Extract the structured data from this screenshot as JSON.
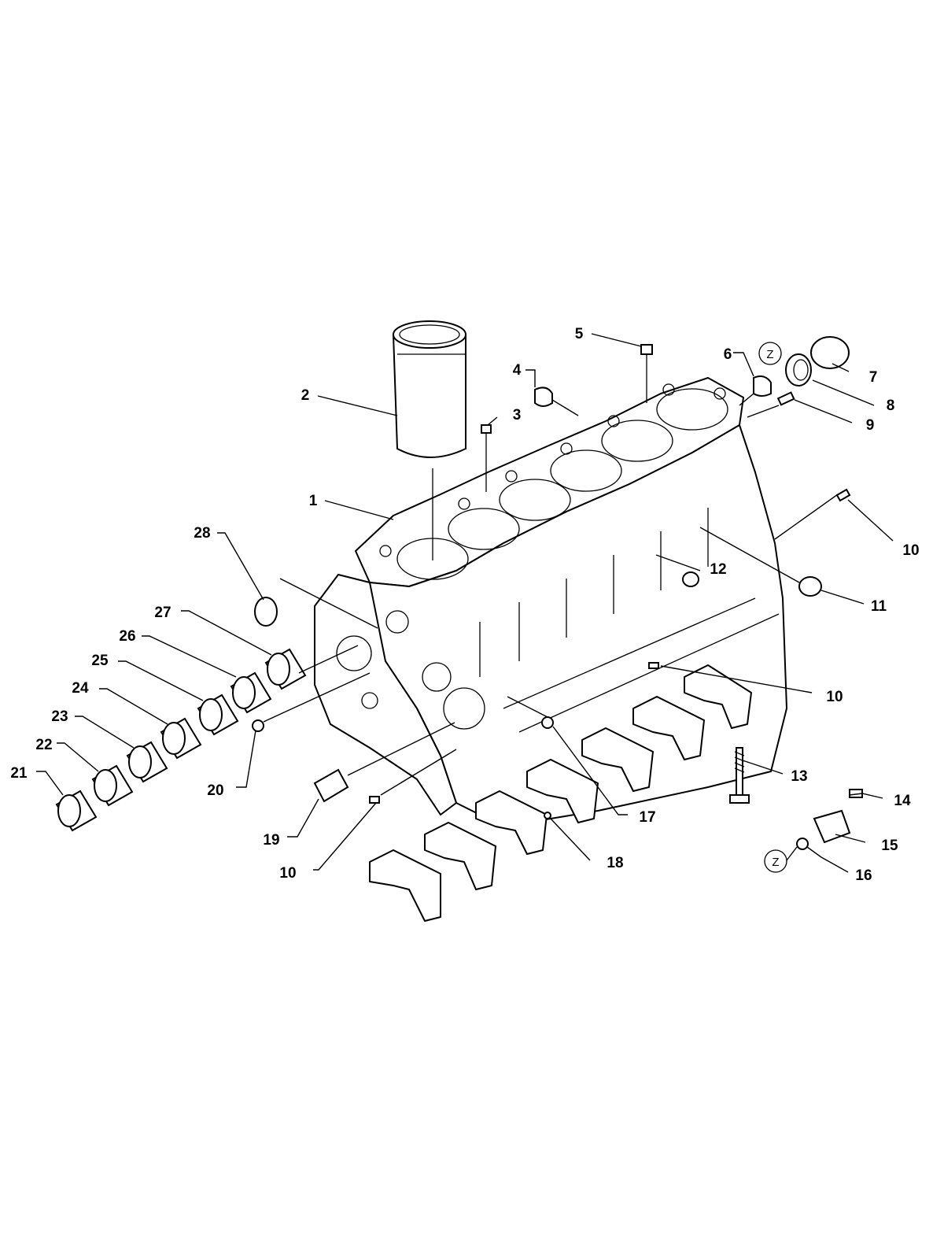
{
  "callouts": [
    {
      "id": "1",
      "text": "1"
    },
    {
      "id": "2",
      "text": "2"
    },
    {
      "id": "3",
      "text": "3"
    },
    {
      "id": "4",
      "text": "4"
    },
    {
      "id": "5",
      "text": "5"
    },
    {
      "id": "6",
      "text": "6"
    },
    {
      "id": "7",
      "text": "7"
    },
    {
      "id": "8",
      "text": "8"
    },
    {
      "id": "9",
      "text": "9"
    },
    {
      "id": "10a",
      "text": "10"
    },
    {
      "id": "10b",
      "text": "10"
    },
    {
      "id": "10c",
      "text": "10"
    },
    {
      "id": "11",
      "text": "11"
    },
    {
      "id": "12",
      "text": "12"
    },
    {
      "id": "13",
      "text": "13"
    },
    {
      "id": "14",
      "text": "14"
    },
    {
      "id": "15",
      "text": "15"
    },
    {
      "id": "16",
      "text": "16"
    },
    {
      "id": "17",
      "text": "17"
    },
    {
      "id": "18",
      "text": "18"
    },
    {
      "id": "19",
      "text": "19"
    },
    {
      "id": "20",
      "text": "20"
    },
    {
      "id": "21",
      "text": "21"
    },
    {
      "id": "22",
      "text": "22"
    },
    {
      "id": "23",
      "text": "23"
    },
    {
      "id": "24",
      "text": "24"
    },
    {
      "id": "25",
      "text": "25"
    },
    {
      "id": "26",
      "text": "26"
    },
    {
      "id": "27",
      "text": "27"
    },
    {
      "id": "28",
      "text": "28"
    }
  ],
  "markers": [
    {
      "id": "z-top",
      "text": "Z"
    },
    {
      "id": "z-bottom",
      "text": "Z"
    }
  ]
}
